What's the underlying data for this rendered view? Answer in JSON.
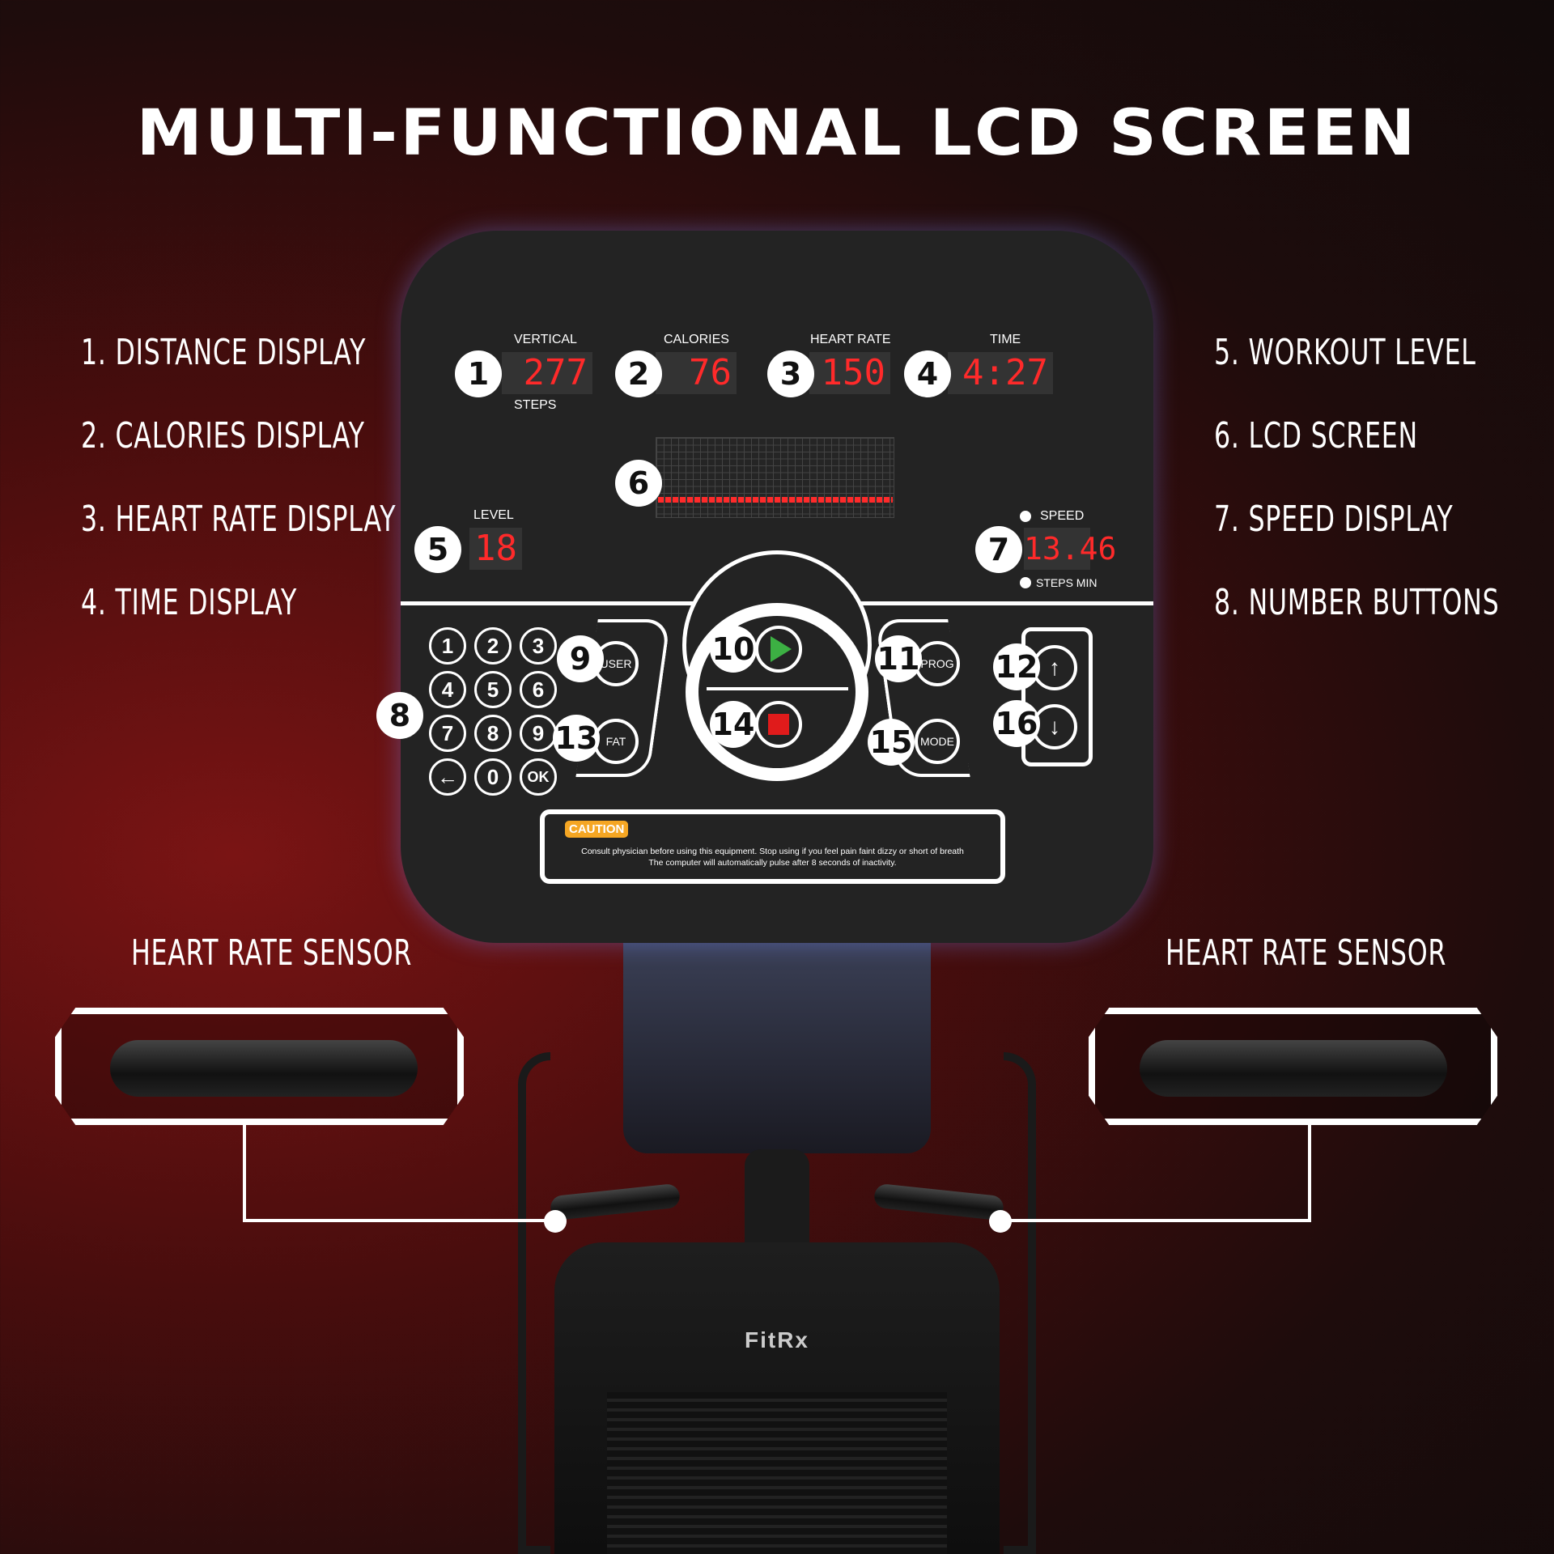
{
  "title": "MULTI-FUNCTIONAL LCD SCREEN",
  "left_labels": [
    "1. DISTANCE DISPLAY",
    "2. CALORIES DISPLAY",
    "3. HEART RATE DISPLAY",
    "4. TIME DISPLAY"
  ],
  "right_labels": [
    "5. WORKOUT LEVEL",
    "6. LCD SCREEN",
    "7. SPEED DISPLAY",
    "8. NUMBER BUTTONS"
  ],
  "displays": {
    "vertical": {
      "num": "1",
      "label": "VERTICAL",
      "sub": "STEPS",
      "value": "277"
    },
    "calories": {
      "num": "2",
      "label": "CALORIES",
      "value": "76"
    },
    "heart_rate": {
      "num": "3",
      "label": "HEART RATE",
      "value": "150"
    },
    "time": {
      "num": "4",
      "label": "TIME",
      "value": "4:27"
    },
    "level": {
      "num": "5",
      "label": "LEVEL",
      "value": "18"
    },
    "lcd": {
      "num": "6"
    },
    "speed": {
      "num": "7",
      "label": "SPEED",
      "sub": "STEPS MIN",
      "value": "13.46"
    }
  },
  "keypad": {
    "num": "8",
    "keys": [
      "1",
      "2",
      "3",
      "4",
      "5",
      "6",
      "7",
      "8",
      "9",
      "←",
      "0",
      "OK"
    ]
  },
  "buttons": {
    "user": {
      "num": "9",
      "label": "USER"
    },
    "start": {
      "num": "10"
    },
    "prog": {
      "num": "11",
      "label": "PROG"
    },
    "up": {
      "num": "12"
    },
    "fat": {
      "num": "13",
      "label": "FAT"
    },
    "stop": {
      "num": "14"
    },
    "mode": {
      "num": "15",
      "label": "MODE"
    },
    "down": {
      "num": "16"
    }
  },
  "caution": {
    "badge": "CAUTION",
    "line1": "Consult physician before using this equipment. Stop using if you feel pain faint dizzy or short of breath",
    "line2": "The computer will automatically pulse after 8 seconds of inactivity."
  },
  "sensor_left": "HEART RATE SENSOR",
  "sensor_right": "HEART RATE SENSOR",
  "brand": "FitRx",
  "colors": {
    "segment": "#ff2a2a",
    "caution": "#f5a623",
    "play": "#3cb043",
    "stop": "#e01b1b"
  }
}
